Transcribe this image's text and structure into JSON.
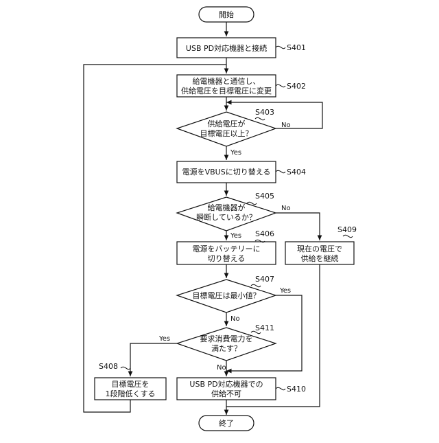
{
  "flowchart": {
    "start": {
      "label": "開始"
    },
    "end": {
      "label": "終了"
    },
    "steps": [
      {
        "id": "S401",
        "code": "S401",
        "lines": [
          "USB PD対応機器と接続"
        ]
      },
      {
        "id": "S402",
        "code": "S402",
        "lines": [
          "給電機器と通信し、",
          "供給電圧を目標電圧に変更"
        ]
      },
      {
        "id": "S403",
        "code": "S403",
        "lines": [
          "供給電圧が",
          "目標電圧以上？"
        ]
      },
      {
        "id": "S404",
        "code": "S404",
        "lines": [
          "電源をVBUSに切り替える"
        ]
      },
      {
        "id": "S405",
        "code": "S405",
        "lines": [
          "給電機器が",
          "瞬断しているか？"
        ]
      },
      {
        "id": "S406",
        "code": "S406",
        "lines": [
          "電源をバッテリーに",
          "切り替える"
        ]
      },
      {
        "id": "S407",
        "code": "S407",
        "lines": [
          "目標電圧は最小値？"
        ]
      },
      {
        "id": "S408",
        "code": "S408",
        "lines": [
          "目標電圧を",
          "1段階低くする"
        ]
      },
      {
        "id": "S409",
        "code": "S409",
        "lines": [
          "現在の電圧で",
          "供給を継続"
        ]
      },
      {
        "id": "S410",
        "code": "S410",
        "lines": [
          "USB PD対応機器での",
          "供給不可"
        ]
      },
      {
        "id": "S411",
        "code": "S411",
        "lines": [
          "要求消費電力を",
          "満たす？"
        ]
      }
    ],
    "branch_labels": {
      "yes": "Yes",
      "no": "No"
    }
  }
}
